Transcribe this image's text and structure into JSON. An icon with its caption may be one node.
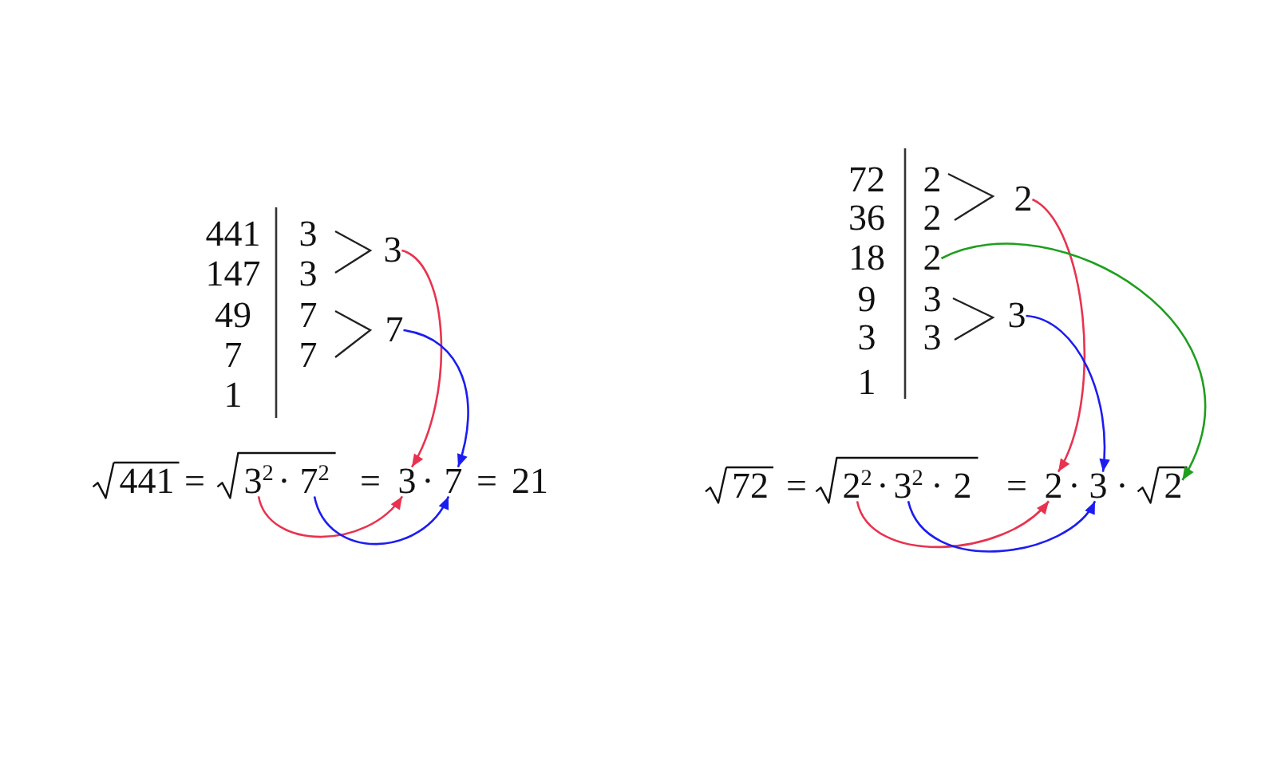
{
  "diagram": {
    "nodes": [
      {
        "text": [
          "3"
        ]
      },
      {
        "text": [
          "7"
        ]
      },
      {
        "text": [
          "3$^{2}$"
        ]
      },
      {
        "text": [
          "7$^{2}$"
        ]
      },
      {
        "text": [
          "3"
        ]
      },
      {
        "text": [
          "7"
        ]
      },
      {
        "text": [
          "2"
        ]
      },
      {
        "text": [
          "2"
        ]
      },
      {
        "text": [
          "3"
        ]
      },
      {
        "text": [
          "2$^{2}$"
        ]
      },
      {
        "text": [
          "3$^{2}$"
        ]
      },
      {
        "text": [
          "2"
        ]
      },
      {
        "text": [
          "3"
        ]
      },
      {
        "text": [
          "2"
        ]
      }
    ],
    "edges": [
      {
        "from": 0,
        "to": 4,
        "arrow": "to",
        "color": "#e8334f"
      },
      {
        "from": 1,
        "to": 5,
        "arrow": "to",
        "color": "#1c1cf2"
      },
      {
        "from": 2,
        "to": 4,
        "arrow": "to",
        "color": "#e8334f"
      },
      {
        "from": 3,
        "to": 5,
        "arrow": "to",
        "color": "#1c1cf2"
      },
      {
        "from": 6,
        "to": 11,
        "arrow": "to",
        "color": "#e8334f"
      },
      {
        "from": 7,
        "to": 13,
        "arrow": "to",
        "color": "#1f9e1f"
      },
      {
        "from": 8,
        "to": 12,
        "arrow": "to",
        "color": "#1c1cf2"
      },
      {
        "from": 9,
        "to": 11,
        "arrow": "to",
        "color": "#e8334f"
      },
      {
        "from": 10,
        "to": 12,
        "arrow": "to",
        "color": "#1c1cf2"
      }
    ],
    "labels": [
      "441",
      "3",
      "147",
      "3",
      "49",
      "7",
      "7",
      "7",
      "1",
      "441",
      "=",
      "·",
      "=",
      "·",
      "=",
      "21",
      "72",
      "2",
      "36",
      "2",
      "18",
      "9",
      "3",
      "3",
      "3",
      "1",
      "72",
      "=",
      "·",
      "·",
      "2",
      "=",
      "·",
      "·"
    ]
  }
}
